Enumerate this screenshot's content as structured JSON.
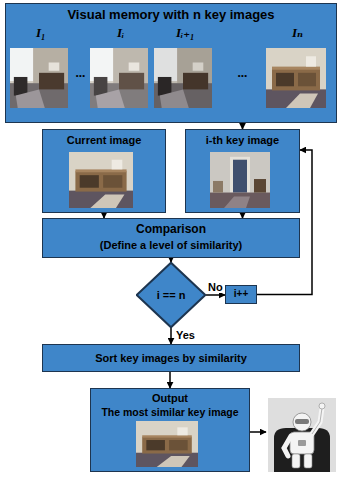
{
  "diagram": {
    "nodes": [
      {
        "text": [
          "Visual memory with n key images"
        ]
      },
      {
        "text": [
          "Current image"
        ]
      },
      {
        "text": [
          "i-th key image"
        ]
      },
      {
        "text": [
          "Comparison",
          "(Define a level of similarity)"
        ]
      },
      {
        "text": [
          "i == n"
        ]
      },
      {
        "text": [
          "i++"
        ]
      },
      {
        "text": [
          "Sort key images by similarity"
        ]
      },
      {
        "text": [
          "Output",
          "The most similar key image"
        ]
      }
    ],
    "edges": [
      {
        "from": 0,
        "to": 2,
        "arrow": "to"
      },
      {
        "from": 1,
        "to": 3,
        "arrow": "to"
      },
      {
        "from": 2,
        "to": 3,
        "arrow": "to"
      },
      {
        "from": 3,
        "to": 4,
        "arrow": "to"
      },
      {
        "from": 4,
        "to": 5,
        "label": "No",
        "arrow": "to"
      },
      {
        "from": 5,
        "to": 2,
        "arrow": "to"
      },
      {
        "from": 4,
        "to": 6,
        "label": "Yes",
        "arrow": "to"
      },
      {
        "from": 6,
        "to": 7,
        "arrow": "to"
      }
    ],
    "labels": [
      "I₁",
      "...",
      "Iᵢ",
      "Iᵢ₊₁",
      "...",
      "Iₙ"
    ]
  }
}
